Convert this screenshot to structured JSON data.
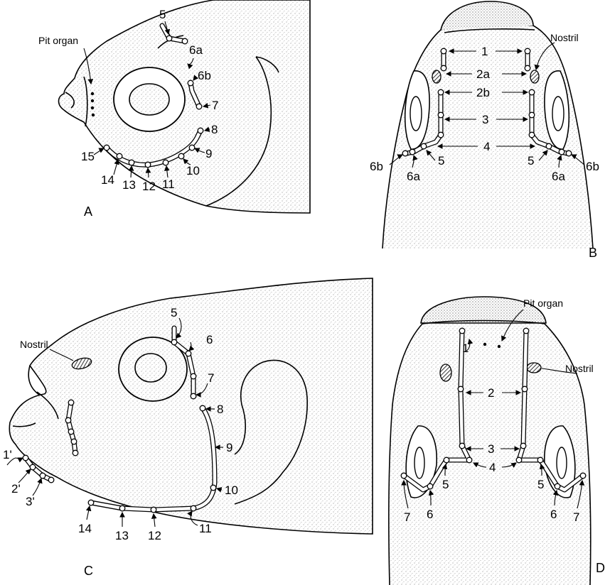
{
  "panels": {
    "A": {
      "label": "A",
      "pit_organ_label": "Pit organ",
      "pore_labels": [
        "5",
        "6a",
        "6b",
        "7",
        "8",
        "9",
        "10",
        "11",
        "12",
        "13",
        "14",
        "15"
      ]
    },
    "B": {
      "label": "B",
      "nostril_label": "Nostril",
      "pore_labels": [
        "1",
        "2a",
        "2b",
        "3",
        "4",
        "5",
        "5",
        "6a",
        "6a",
        "6b",
        "6b"
      ]
    },
    "C": {
      "label": "C",
      "nostril_label": "Nostril",
      "pore_labels": [
        "5",
        "6",
        "7",
        "8",
        "9",
        "10",
        "11",
        "12",
        "13",
        "14",
        "1'",
        "2'",
        "3'"
      ]
    },
    "D": {
      "label": "D",
      "pit_organ_label": "Pit organ",
      "nostril_label": "Nostril",
      "pore_labels": [
        "1",
        "2",
        "3",
        "4",
        "5",
        "5",
        "6",
        "6",
        "7",
        "7"
      ]
    }
  }
}
